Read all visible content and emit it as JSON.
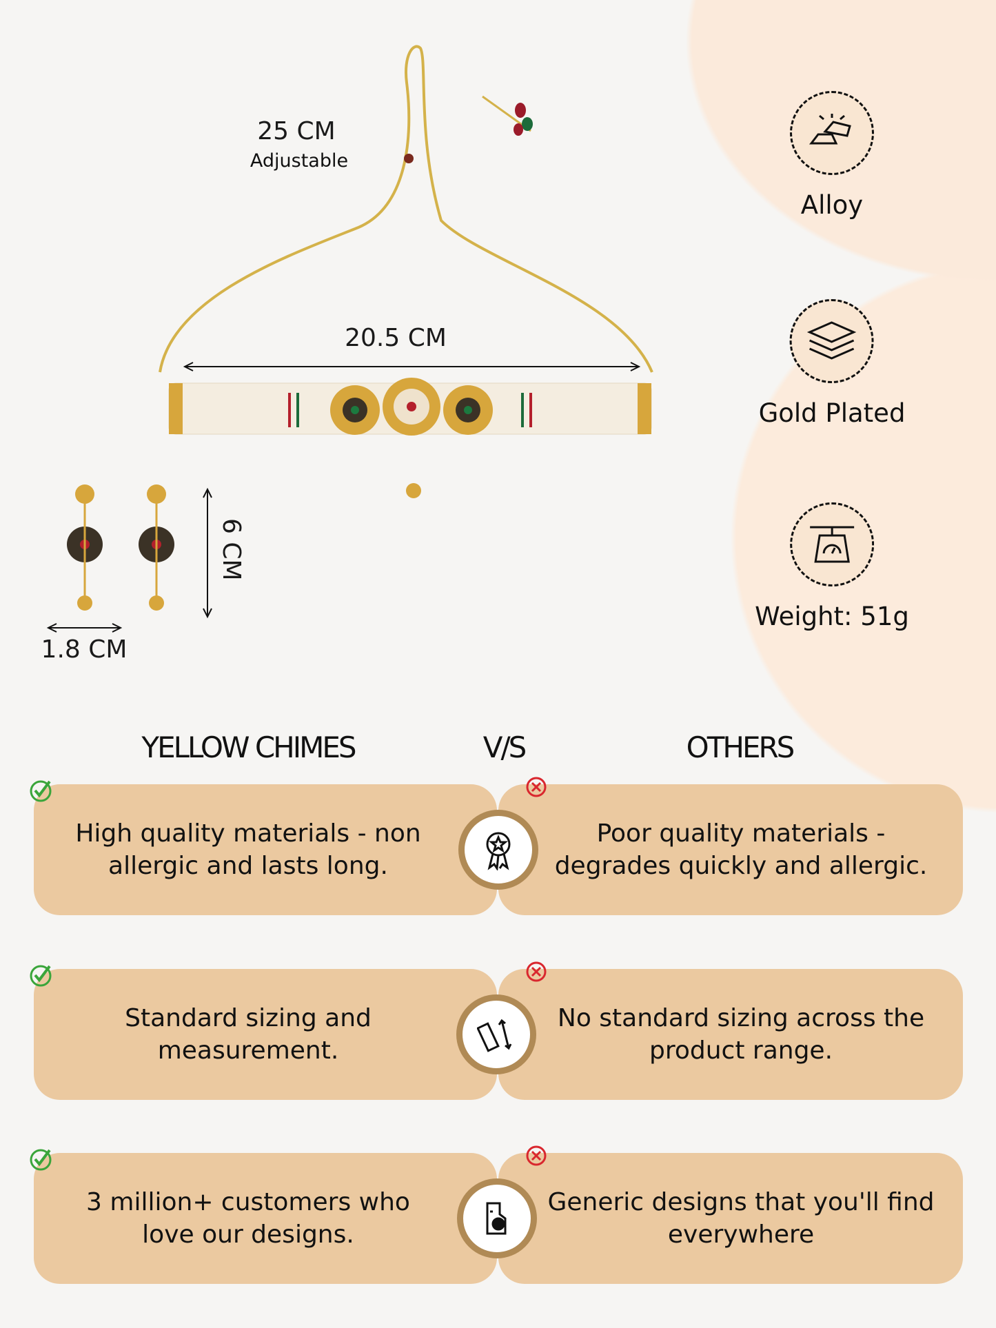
{
  "dimensions": {
    "cord_length": "25 CM",
    "cord_note": "Adjustable",
    "choker_width": "20.5 CM",
    "earring_height": "6 CM",
    "earring_width": "1.8 CM"
  },
  "features": [
    {
      "icon": "gold-bars-icon",
      "label": "Alloy"
    },
    {
      "icon": "layers-icon",
      "label": "Gold Plated"
    },
    {
      "icon": "weighing-scale-icon",
      "label": "Weight: 51g"
    }
  ],
  "comparison": {
    "brand_heading": "YELLOW CHIMES",
    "vs_heading": "V/S",
    "others_heading": "OTHERS",
    "rows": [
      {
        "ours": "High quality materials - non allergic and lasts long.",
        "icon": "award-badge-icon",
        "others": "Poor quality materials - degrades quickly and allergic."
      },
      {
        "ours": "Standard sizing and measurement.",
        "icon": "ruler-arrows-icon",
        "others": "No standard sizing across the product range."
      },
      {
        "ours": "3 million+ customers who love our designs.",
        "icon": "customer-love-icon",
        "others": "Generic designs that you'll find everywhere"
      }
    ]
  },
  "colors": {
    "card": "#ebc9a0",
    "ring": "#b08a55",
    "check": "#3aa53a",
    "cross": "#d9272e"
  }
}
